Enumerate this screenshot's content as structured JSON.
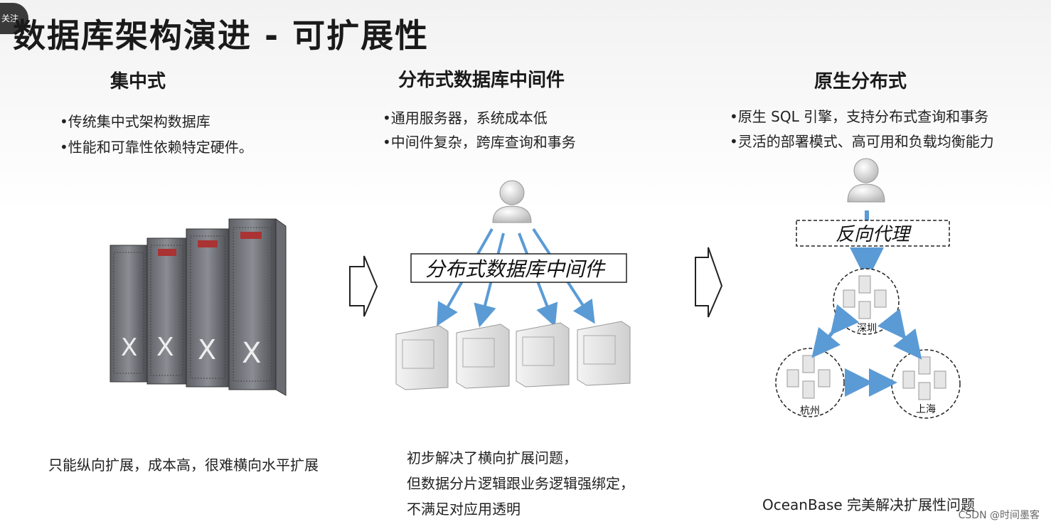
{
  "badge": "关注",
  "title": "数据库架构演进 - 可扩展性",
  "columns": {
    "centralized": {
      "heading": "集中式",
      "bullets": [
        "•传统集中式架构数据库",
        "•性能和可靠性依赖特定硬件。"
      ],
      "note": "只能纵向扩展，成本高，很难横向水平扩展"
    },
    "middleware": {
      "heading": "分布式数据库中间件",
      "bullets": [
        "•通用服务器，系统成本低",
        "•中间件复杂，跨库查询和事务"
      ],
      "box_label": "分布式数据库中间件",
      "note_lines": [
        "初步解决了横向扩展问题，",
        "但数据分片逻辑跟业务逻辑强绑定，",
        "不满足对应用透明"
      ]
    },
    "native": {
      "heading": "原生分布式",
      "bullets": [
        "•原生 SQL 引擎，支持分布式查询和事务",
        "•灵活的部署模式、高可用和负载均衡能力"
      ],
      "proxy_label": "反向代理",
      "cities": [
        "深圳",
        "杭州",
        "上海"
      ],
      "note": "OceanBase 完美解决扩展性问题"
    }
  },
  "watermark": "CSDN @时间墨客",
  "colors": {
    "arrow_blue": "#5b9bd5",
    "text": "#222222"
  }
}
